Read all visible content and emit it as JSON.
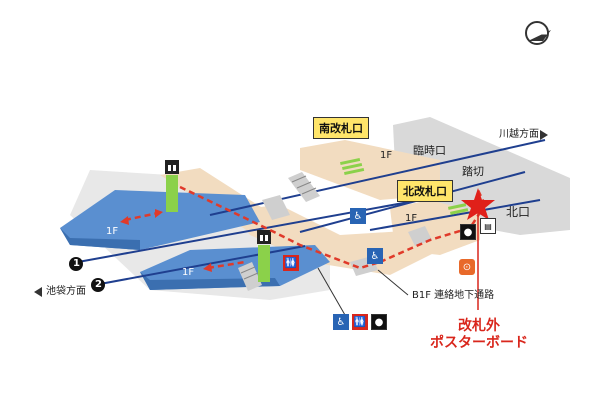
{
  "station_map": {
    "compass_icon": "north-arrow-icon",
    "gates": {
      "south": "南改札口",
      "north": "北改札口"
    },
    "exits": {
      "rinji": "臨時口",
      "north_exit": "北口"
    },
    "crossing": "踏切",
    "floors": {
      "concourse_south": "1F",
      "concourse_north": "1F",
      "platform_1": "1F",
      "platform_2": "1F"
    },
    "track_numbers": {
      "track_1": "1",
      "track_2": "2"
    },
    "directions": {
      "kawagoe": "川越方面",
      "ikebukuro": "池袋方面"
    },
    "underpass": "B1F 連絡地下通路",
    "highlight": {
      "line1": "改札外",
      "line2": "ポスターボード",
      "color": "#d9261c"
    },
    "colors": {
      "platform": "#5a8fd0",
      "concourse": "#f2dcc0",
      "gate_label": "#ffe56a",
      "stairs_green": "#8bd14a",
      "route": "#e03a2a",
      "track": "#1f3f8f"
    }
  }
}
